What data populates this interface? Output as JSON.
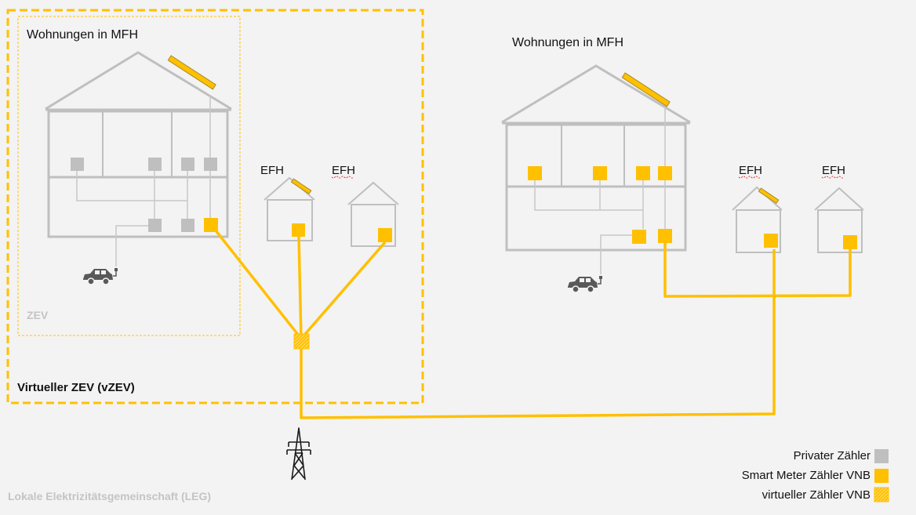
{
  "colors": {
    "accent": "#ffc000",
    "house_stroke": "#bfbfbf",
    "private_meter": "#bfbfbf",
    "wire": "#c8c8c8",
    "icon": "#595959",
    "muted_text": "#c4c4c4",
    "background": "#f3f3f3"
  },
  "labels": {
    "mfh_left": "Wohnungen in MFH",
    "mfh_right": "Wohnungen in MFH",
    "efh_1": "EFH",
    "efh_2": "EFH",
    "efh_3": "EFH",
    "efh_4": "EFH",
    "zev": "ZEV",
    "vzev": "Virtueller ZEV (vZEV)",
    "leg": "Lokale Elektrizitätsgemeinschaft (LEG)"
  },
  "legend": [
    {
      "label": "Privater Zähler",
      "swatch": "private"
    },
    {
      "label": "Smart Meter Zähler VNB",
      "swatch": "smart"
    },
    {
      "label": "virtueller Zähler VNB",
      "swatch": "virtual"
    }
  ],
  "icons": {
    "car": "car-icon",
    "pylon": "power-pylon-icon",
    "solar": "solar-panel-icon"
  }
}
